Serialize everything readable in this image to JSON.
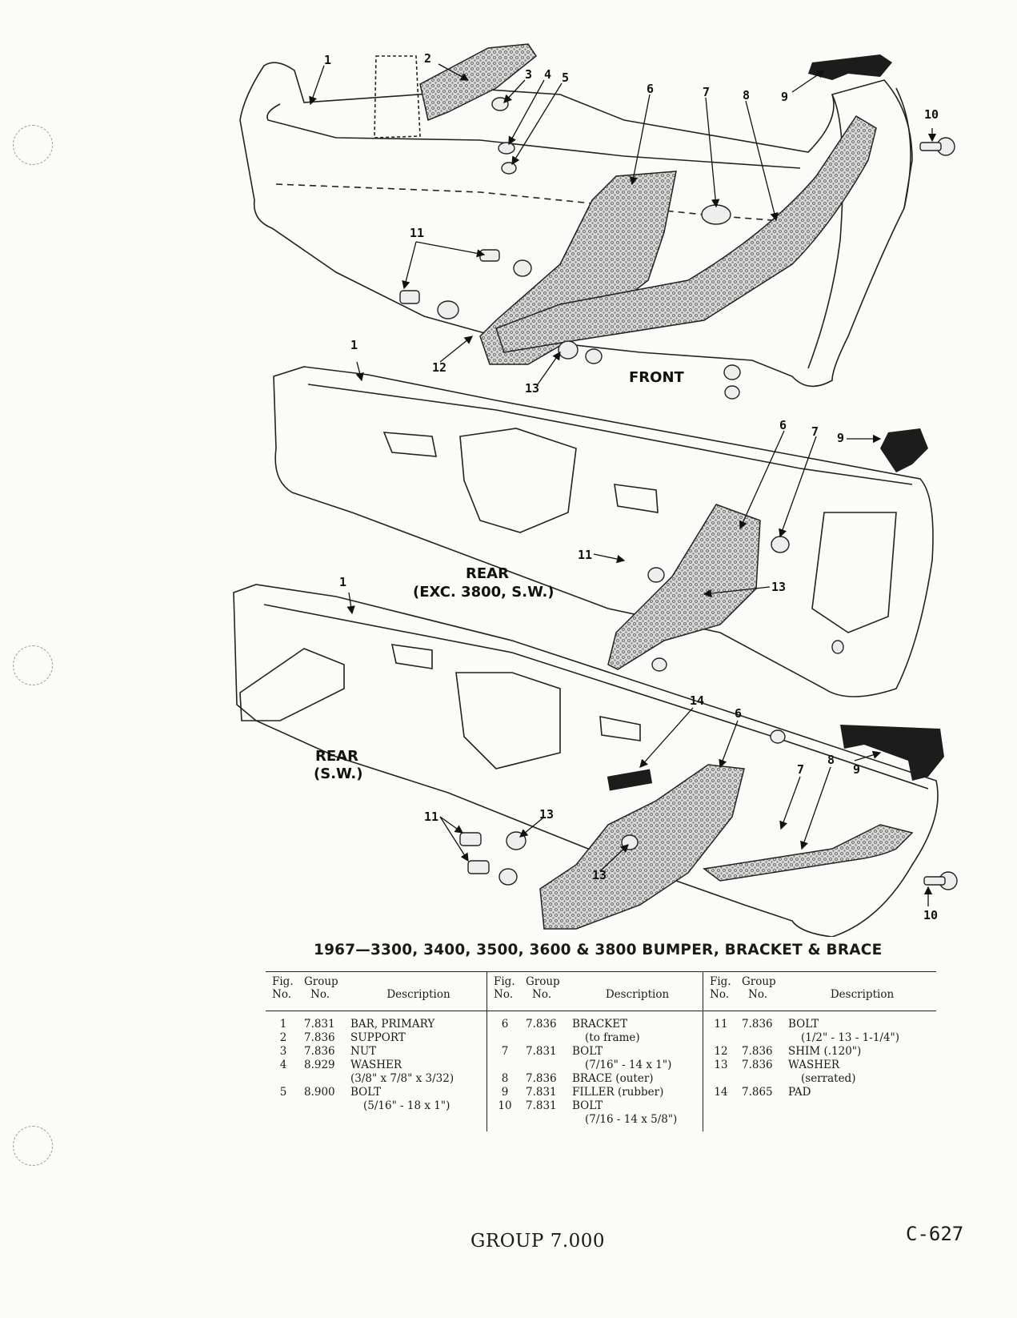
{
  "diagram": {
    "callouts_front": [
      "1",
      "2",
      "3",
      "4",
      "5",
      "6",
      "7",
      "8",
      "9",
      "10",
      "11",
      "12",
      "13"
    ],
    "callouts_rear": [
      "1",
      "6",
      "7",
      "9",
      "11",
      "13"
    ],
    "callouts_rear_sw": [
      "1",
      "14",
      "6",
      "7",
      "8",
      "9",
      "11",
      "13",
      "13",
      "10"
    ],
    "labels": {
      "front": "FRONT",
      "rear_line1": "REAR",
      "rear_line2": "(EXC. 3800, S.W.)",
      "rear_sw_line1": "REAR",
      "rear_sw_line2": "(S.W.)"
    }
  },
  "caption": "1967—3300, 3400, 3500, 3600 & 3800 BUMPER, BRACKET & BRACE",
  "table": {
    "headers": {
      "fig": [
        "Fig.",
        "No."
      ],
      "group": [
        "Group",
        "No."
      ],
      "description": "Description"
    },
    "columns": [
      [
        {
          "fig": "1",
          "group": "7.831",
          "desc": "BAR, PRIMARY",
          "sub": ""
        },
        {
          "fig": "2",
          "group": "7.836",
          "desc": "SUPPORT",
          "sub": ""
        },
        {
          "fig": "3",
          "group": "7.836",
          "desc": "NUT",
          "sub": ""
        },
        {
          "fig": "4",
          "group": "8.929",
          "desc": "WASHER",
          "sub": "(3/8\" x 7/8\" x 3/32)"
        },
        {
          "fig": "5",
          "group": "8.900",
          "desc": "BOLT",
          "sub": "(5/16\" - 18 x 1\")"
        }
      ],
      [
        {
          "fig": "6",
          "group": "7.836",
          "desc": "BRACKET",
          "sub": "(to frame)"
        },
        {
          "fig": "7",
          "group": "7.831",
          "desc": "BOLT",
          "sub": "(7/16\" - 14 x 1\")"
        },
        {
          "fig": "8",
          "group": "7.836",
          "desc": "BRACE (outer)",
          "sub": ""
        },
        {
          "fig": "9",
          "group": "7.831",
          "desc": "FILLER (rubber)",
          "sub": ""
        },
        {
          "fig": "10",
          "group": "7.831",
          "desc": "BOLT",
          "sub": "(7/16 - 14 x 5/8\")"
        }
      ],
      [
        {
          "fig": "11",
          "group": "7.836",
          "desc": "BOLT",
          "sub": "(1/2\" - 13 - 1-1/4\")"
        },
        {
          "fig": "12",
          "group": "7.836",
          "desc": "SHIM (.120\")",
          "sub": ""
        },
        {
          "fig": "13",
          "group": "7.836",
          "desc": "WASHER",
          "sub": "(serrated)"
        },
        {
          "fig": "14",
          "group": "7.865",
          "desc": "PAD",
          "sub": ""
        }
      ]
    ]
  },
  "footer": {
    "group": "GROUP 7.000",
    "page": "C-627"
  }
}
